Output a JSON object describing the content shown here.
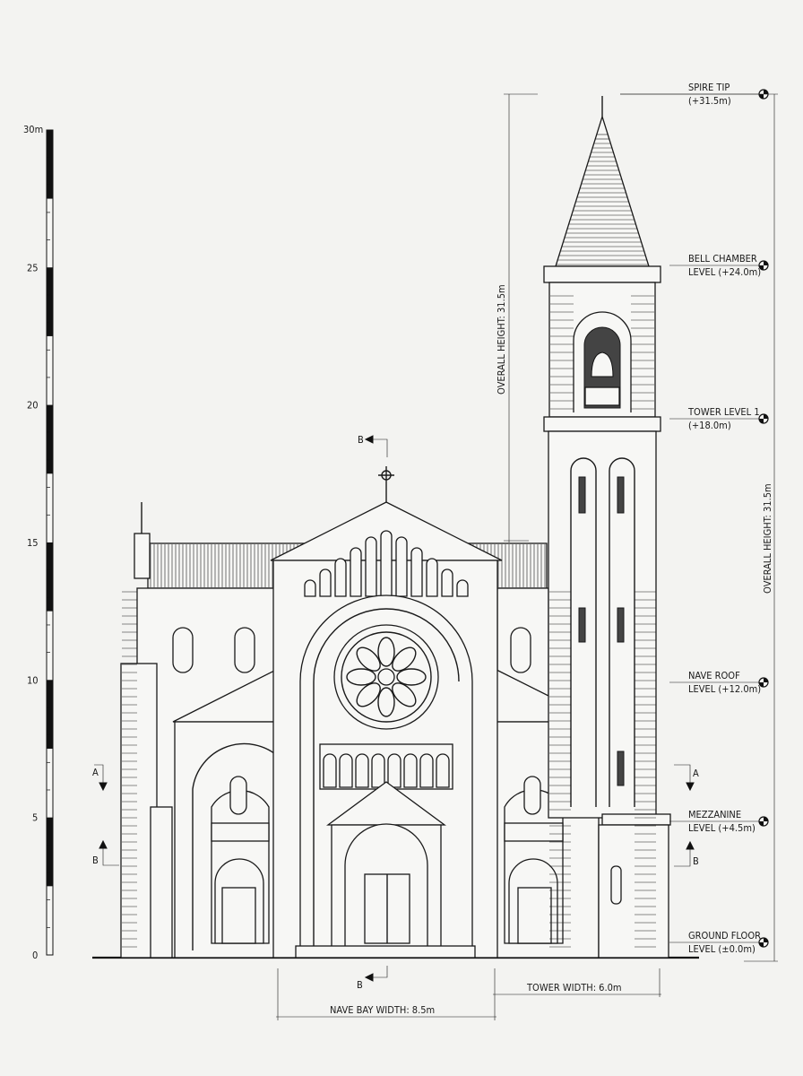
{
  "scale_bar": {
    "unit_label": "30m",
    "ticks": [
      "0",
      "5",
      "10",
      "15",
      "20",
      "25"
    ]
  },
  "levels": [
    {
      "name": "SPIRE TIP",
      "value": "(+31.5m)"
    },
    {
      "name": "BELL CHAMBER",
      "value": "LEVEL (+24.0m)"
    },
    {
      "name": "TOWER LEVEL 1",
      "value": "(+18.0m)"
    },
    {
      "name": "NAVE ROOF",
      "value": "LEVEL (+12.0m)"
    },
    {
      "name": "MEZZANINE",
      "value": "LEVEL (+4.5m)"
    },
    {
      "name": "GROUND FLOOR",
      "value": "LEVEL (±0.0m)"
    }
  ],
  "dimensions": {
    "overall_height_left": "OVERALL HEIGHT: 31.5m",
    "overall_height_right": "OVERALL HEIGHT: 31.5m",
    "nave_bay_width": "NAVE BAY WIDTH: 8.5m",
    "tower_width": "TOWER WIDTH: 6.0m"
  },
  "section_markers": {
    "a": "A",
    "b": "B"
  },
  "colors": {
    "ink": "#1a1a1a",
    "paper": "#f3f3f1"
  }
}
